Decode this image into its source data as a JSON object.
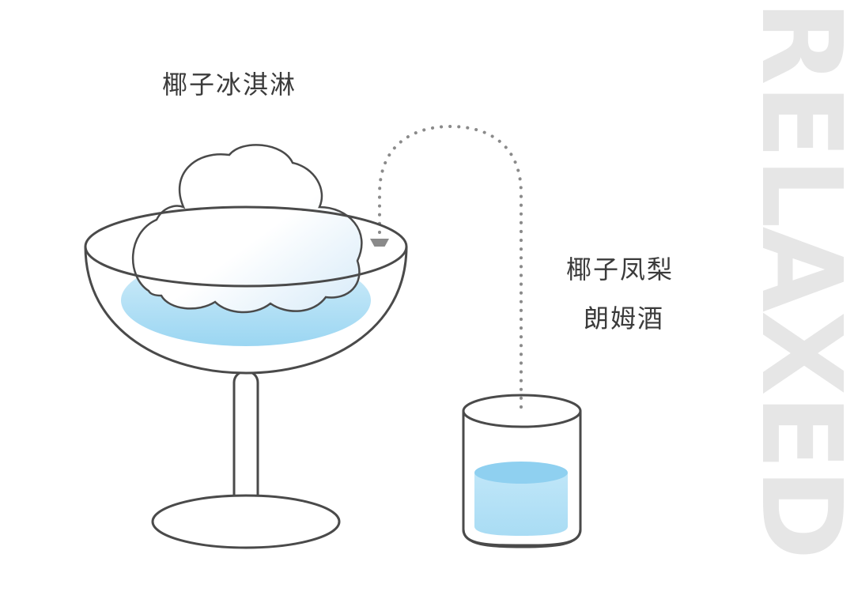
{
  "labels": {
    "ice_cream": "椰子冰淇淋",
    "pina_colada_line1": "椰子凤梨",
    "pina_colada_line2": "朗姆酒"
  },
  "side_text": "RELAXED",
  "colors": {
    "outline": "#4a4a4a",
    "liquid_light": "#bfe3f6",
    "liquid_dark": "#8fd0f0",
    "cloud_edge": "#d8e9f7",
    "dotted_path": "#8a8a8a",
    "side_text": "#e6e6e6",
    "label_text": "#3b3b3b"
  },
  "icons": {
    "coupe_glass": "coupe-glass-icon",
    "ice_cream_scoop": "cloud-ice-cream-icon",
    "shot_glass": "shot-glass-icon",
    "pour_path": "dotted-arrow-icon"
  }
}
